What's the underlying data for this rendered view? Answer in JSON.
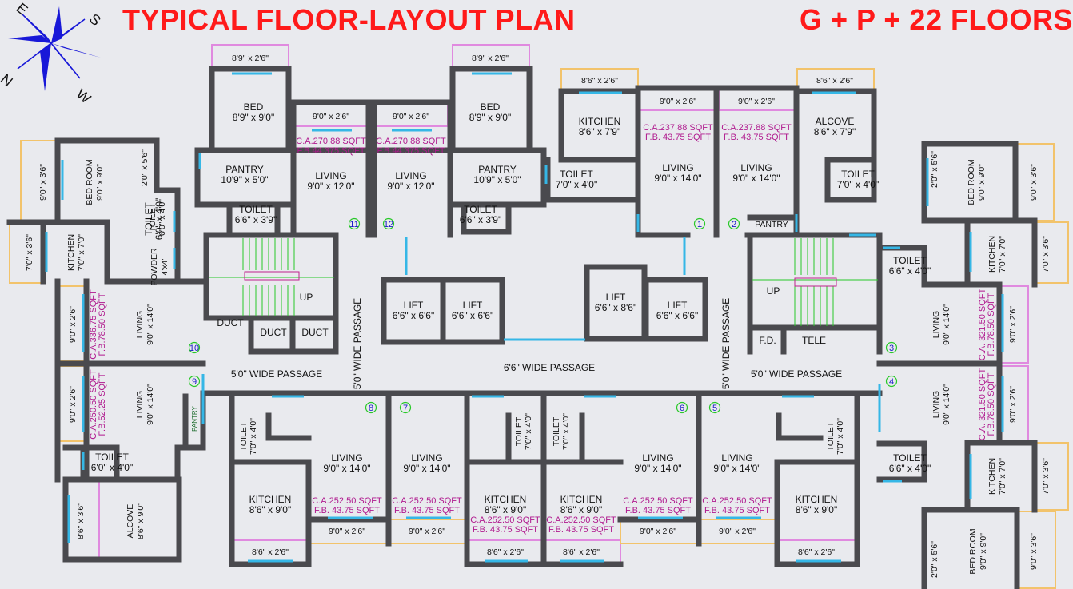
{
  "title_left": "TYPICAL FLOOR-LAYOUT PLAN",
  "title_right": "G + P + 22 FLOORS",
  "compass": {
    "e": "E",
    "s": "S",
    "n": "N",
    "w": "W"
  },
  "rooms": [
    {
      "id": "t-bal-1",
      "lines": [
        "8'9\" x 2'6\""
      ]
    },
    {
      "id": "t-bed-1",
      "lines": [
        "BED",
        "8'9\" x 9'0\""
      ]
    },
    {
      "id": "t-bal-2",
      "lines": [
        "9'0\" x 2'6\""
      ]
    },
    {
      "id": "t-area-11",
      "lines": [
        "C.A.270.88 SQFT",
        "F.B.44.375 SQFT"
      ]
    },
    {
      "id": "t-pantry-1",
      "lines": [
        "PANTRY",
        "10'9\" x 5'0\""
      ]
    },
    {
      "id": "t-living-11",
      "lines": [
        "LIVING",
        "9'0\" x 12'0\""
      ]
    },
    {
      "id": "t-toilet-11",
      "lines": [
        "TOILET",
        "6'6\" x 3'9\""
      ]
    },
    {
      "id": "t-bal-3",
      "lines": [
        "9'0\" x 2'6\""
      ]
    },
    {
      "id": "t-area-12",
      "lines": [
        "C.A.270.88 SQFT",
        "F.B.44.375 SQFT"
      ]
    },
    {
      "id": "t-living-12",
      "lines": [
        "LIVING",
        "9'0\" x 12'0\""
      ]
    },
    {
      "id": "t-bal-4",
      "lines": [
        "8'9\" x 2'6\""
      ]
    },
    {
      "id": "t-bed-2",
      "lines": [
        "BED",
        "8'9\" x 9'0\""
      ]
    },
    {
      "id": "t-pantry-2",
      "lines": [
        "PANTRY",
        "10'9\" x 5'0\""
      ]
    },
    {
      "id": "t-toilet-12",
      "lines": [
        "TOILET",
        "6'6\" x 3'9\""
      ]
    },
    {
      "id": "t-bal-5",
      "lines": [
        "8'6\" x 2'6\""
      ]
    },
    {
      "id": "t-kitchen-1",
      "lines": [
        "KITCHEN",
        "8'6\" x 7'9\""
      ]
    },
    {
      "id": "t-toilet-1",
      "lines": [
        "TOILET",
        "7'0\" x 4'0\""
      ]
    },
    {
      "id": "t-bal-6",
      "lines": [
        "9'0\" x 2'6\""
      ]
    },
    {
      "id": "t-area-1",
      "lines": [
        "C.A.237.88 SQFT",
        "F.B. 43.75 SQFT"
      ]
    },
    {
      "id": "t-living-1",
      "lines": [
        "LIVING",
        "9'0\" x 14'0\""
      ]
    },
    {
      "id": "t-bal-7",
      "lines": [
        "9'0\" x 2'6\""
      ]
    },
    {
      "id": "t-area-2",
      "lines": [
        "C.A.237.88 SQFT",
        "F.B. 43.75 SQFT"
      ]
    },
    {
      "id": "t-living-2",
      "lines": [
        "LIVING",
        "9'0\" x 14'0\""
      ]
    },
    {
      "id": "t-bal-8",
      "lines": [
        "8'6\" x 2'6\""
      ]
    },
    {
      "id": "t-alcove-1",
      "lines": [
        "ALCOVE",
        "8'6\" x 7'9\""
      ]
    },
    {
      "id": "t-toilet-2",
      "lines": [
        "TOILET",
        "7'0\" x 4'0\""
      ]
    },
    {
      "id": "t-pantry-3",
      "lines": [
        "PANTRY"
      ]
    },
    {
      "id": "t-toilet-10",
      "lines": [
        "TOILET",
        "6'0\" x 4'0\""
      ]
    },
    {
      "id": "t-powder",
      "lines": [
        "POWDER",
        "4'x4'"
      ]
    },
    {
      "id": "t-duct-1",
      "lines": [
        "DUCT"
      ]
    },
    {
      "id": "t-duct-2",
      "lines": [
        "DUCT"
      ]
    },
    {
      "id": "t-duct-3",
      "lines": [
        "DUCT"
      ]
    },
    {
      "id": "t-up-1",
      "lines": [
        "UP"
      ]
    },
    {
      "id": "t-lift-1",
      "lines": [
        "LIFT",
        "6'6\" x 6'6\""
      ]
    },
    {
      "id": "t-lift-2",
      "lines": [
        "LIFT",
        "6'6\" x 6'6\""
      ]
    },
    {
      "id": "t-lift-3",
      "lines": [
        "LIFT",
        "6'6\" x 8'6\""
      ]
    },
    {
      "id": "t-lift-4",
      "lines": [
        "LIFT",
        "6'6\" x 6'6\""
      ]
    },
    {
      "id": "t-up-2",
      "lines": [
        "UP"
      ]
    },
    {
      "id": "t-fd",
      "lines": [
        "F.D."
      ]
    },
    {
      "id": "t-tele",
      "lines": [
        "TELE"
      ]
    },
    {
      "id": "t-toilet-3",
      "lines": [
        "TOILET",
        "6'6\" x 4'0\""
      ]
    },
    {
      "id": "t-pass-1",
      "lines": [
        "5'0\" WIDE PASSAGE"
      ]
    },
    {
      "id": "t-pass-2",
      "lines": [
        "6'6\" WIDE PASSAGE"
      ]
    },
    {
      "id": "t-pass-3",
      "lines": [
        "5'0\" WIDE PASSAGE"
      ]
    },
    {
      "id": "t-toilet-9",
      "lines": [
        "TOILET",
        "6'0\" x 4'0\""
      ]
    },
    {
      "id": "t-living-8",
      "lines": [
        "LIVING",
        "9'0\" x 14'0\""
      ]
    },
    {
      "id": "t-kitchen-8",
      "lines": [
        "KITCHEN",
        "8'6\" x 9'0\""
      ]
    },
    {
      "id": "t-area-8",
      "lines": [
        "C.A.252.50 SQFT",
        "F.B. 43.75 SQFT"
      ]
    },
    {
      "id": "t-bal-9",
      "lines": [
        "9'0\" x 2'6\""
      ]
    },
    {
      "id": "t-bal-10",
      "lines": [
        "8'6\" x 2'6\""
      ]
    },
    {
      "id": "t-living-7",
      "lines": [
        "LIVING",
        "9'0\" x 14'0\""
      ]
    },
    {
      "id": "t-area-7",
      "lines": [
        "C.A.252.50 SQFT",
        "F.B. 43.75 SQFT"
      ]
    },
    {
      "id": "t-bal-11",
      "lines": [
        "9'0\" x 2'6\""
      ]
    },
    {
      "id": "t-kitchen-7",
      "lines": [
        "KITCHEN",
        "8'6\" x 9'0\""
      ]
    },
    {
      "id": "t-area-7b",
      "lines": [
        "C.A.252.50 SQFT",
        "F.B. 43.75 SQFT"
      ]
    },
    {
      "id": "t-bal-12",
      "lines": [
        "8'6\" x 2'6\""
      ]
    },
    {
      "id": "t-kitchen-6",
      "lines": [
        "KITCHEN",
        "8'6\" x 9'0\""
      ]
    },
    {
      "id": "t-area-6b",
      "lines": [
        "C.A.252.50 SQFT",
        "F.B. 43.75 SQFT"
      ]
    },
    {
      "id": "t-bal-13",
      "lines": [
        "8'6\" x 2'6\""
      ]
    },
    {
      "id": "t-living-6",
      "lines": [
        "LIVING",
        "9'0\" x 14'0\""
      ]
    },
    {
      "id": "t-area-6",
      "lines": [
        "C.A.252.50 SQFT",
        "F.B. 43.75 SQFT"
      ]
    },
    {
      "id": "t-bal-14",
      "lines": [
        "9'0\" x 2'6\""
      ]
    },
    {
      "id": "t-living-5",
      "lines": [
        "LIVING",
        "9'0\" x 14'0\""
      ]
    },
    {
      "id": "t-area-5",
      "lines": [
        "C.A.252.50 SQFT",
        "F.B. 43.75 SQFT"
      ]
    },
    {
      "id": "t-bal-15",
      "lines": [
        "9'0\" x 2'6\""
      ]
    },
    {
      "id": "t-kitchen-5",
      "lines": [
        "KITCHEN",
        "8'6\" x 9'0\""
      ]
    },
    {
      "id": "t-bal-16",
      "lines": [
        "8'6\" x 2'6\""
      ]
    },
    {
      "id": "t-toilet-4",
      "lines": [
        "TOILET",
        "6'6\" x 4'0\""
      ]
    }
  ],
  "rotated_labels": [
    {
      "id": "r-bal-l1",
      "text": "9'0\" x 3'6\"",
      "pink": false
    },
    {
      "id": "r-bedroom-l",
      "text": "BED ROOM",
      "pink": false
    },
    {
      "id": "r-bedroom-l2",
      "text": "9'0\" x 9'0\"",
      "pink": false
    },
    {
      "id": "r-bal-l2",
      "text": "2'0\" x 5'6\"",
      "pink": false
    },
    {
      "id": "r-toilet-l",
      "text": "TOILET",
      "pink": false
    },
    {
      "id": "r-toilet-l2",
      "text": "6'0\" x 4'0\"",
      "pink": false
    },
    {
      "id": "r-bal-l3",
      "text": "7'0\" x 3'6\"",
      "pink": false
    },
    {
      "id": "r-kitchen-l",
      "text": "KITCHEN",
      "pink": false
    },
    {
      "id": "r-kitchen-l2",
      "text": "7'0\" x 7'0\"",
      "pink": false
    },
    {
      "id": "r-bal-l4",
      "text": "9'0\" x 2'6\"",
      "pink": false
    },
    {
      "id": "r-area-10",
      "text": "C.A.336.75 SQFT",
      "pink": true
    },
    {
      "id": "r-area-10b",
      "text": "F.B.78.50 SQFT",
      "pink": true
    },
    {
      "id": "r-living-10",
      "text": "LIVING",
      "pink": false
    },
    {
      "id": "r-living-10b",
      "text": "9'0\" x 14'0\"",
      "pink": false
    },
    {
      "id": "r-bal-l5",
      "text": "9'0\" x 2'6\"",
      "pink": false
    },
    {
      "id": "r-area-9",
      "text": "C.A.250.50 SQFT",
      "pink": true
    },
    {
      "id": "r-area-9b",
      "text": "F.B.52.25 SQFT",
      "pink": true
    },
    {
      "id": "r-living-9",
      "text": "LIVING",
      "pink": false
    },
    {
      "id": "r-living-9b",
      "text": "9'0\" x 14'0\"",
      "pink": false
    },
    {
      "id": "r-pantry-9",
      "text": "PANTRY",
      "pink": false
    },
    {
      "id": "r-bal-l6",
      "text": "8'6\" x 3'6\"",
      "pink": false
    },
    {
      "id": "r-alcove-9",
      "text": "ALCOVE",
      "pink": false
    },
    {
      "id": "r-alcove-9b",
      "text": "8'6\" x 9'0\"",
      "pink": false
    },
    {
      "id": "r-passage-1",
      "text": "5'0\" WIDE PASSAGE",
      "pink": false
    },
    {
      "id": "r-passage-2",
      "text": "5'0\" WIDE PASSAGE",
      "pink": false
    },
    {
      "id": "r-toilet-8",
      "text": "TOILET",
      "pink": false
    },
    {
      "id": "r-toilet-8b",
      "text": "7'0\" x 4'0\"",
      "pink": false
    },
    {
      "id": "r-toilet-7",
      "text": "TOILET",
      "pink": false
    },
    {
      "id": "r-toilet-7b",
      "text": "7'0\" x 4'0\"",
      "pink": false
    },
    {
      "id": "r-toilet-6",
      "text": "TOILET",
      "pink": false
    },
    {
      "id": "r-toilet-6b",
      "text": "7'0\" x 4'0\"",
      "pink": false
    },
    {
      "id": "r-toilet-5",
      "text": "TOILET",
      "pink": false
    },
    {
      "id": "r-toilet-5b",
      "text": "7'0\" x 4'0\"",
      "pink": false
    },
    {
      "id": "r-bal-r1",
      "text": "2'0\" x 5'6\"",
      "pink": false
    },
    {
      "id": "r-bedroom-r",
      "text": "BED ROOM",
      "pink": false
    },
    {
      "id": "r-bedroom-r2",
      "text": "9'0\" x 9'0\"",
      "pink": false
    },
    {
      "id": "r-bal-r2",
      "text": "9'0\" x 3'6\"",
      "pink": false
    },
    {
      "id": "r-kitchen-r",
      "text": "KITCHEN",
      "pink": false
    },
    {
      "id": "r-kitchen-r2",
      "text": "7'0\" x 7'0\"",
      "pink": false
    },
    {
      "id": "r-bal-r3",
      "text": "7'0\" x 3'6\"",
      "pink": false
    },
    {
      "id": "r-living-3",
      "text": "LIVING",
      "pink": false
    },
    {
      "id": "r-living-3b",
      "text": "9'0\" x 14'0\"",
      "pink": false
    },
    {
      "id": "r-area-3",
      "text": "C.A. 321.50 SQFT",
      "pink": true
    },
    {
      "id": "r-area-3b",
      "text": "F.B.78.50 SQFT",
      "pink": true
    },
    {
      "id": "r-bal-r4",
      "text": "9'0\" x 2'6\"",
      "pink": false
    },
    {
      "id": "r-living-4",
      "text": "LIVING",
      "pink": false
    },
    {
      "id": "r-living-4b",
      "text": "9'0\" x 14'0\"",
      "pink": false
    },
    {
      "id": "r-area-4",
      "text": "C.A. 321.50 SQFT",
      "pink": true
    },
    {
      "id": "r-area-4b",
      "text": "F.B.78.50 SQFT",
      "pink": true
    },
    {
      "id": "r-bal-r5",
      "text": "9'0\" x 2'6\"",
      "pink": false
    },
    {
      "id": "r-kitchen-r3",
      "text": "KITCHEN",
      "pink": false
    },
    {
      "id": "r-kitchen-r4",
      "text": "7'0\" x 7'0\"",
      "pink": false
    },
    {
      "id": "r-bal-r6",
      "text": "7'0\" x 3'6\"",
      "pink": false
    },
    {
      "id": "r-bal-r7",
      "text": "2'0\" x 5'6\"",
      "pink": false
    },
    {
      "id": "r-bedroom-r3",
      "text": "BED ROOM",
      "pink": false
    },
    {
      "id": "r-bedroom-r4",
      "text": "9'0\" x 9'0\"",
      "pink": false
    },
    {
      "id": "r-bal-r8",
      "text": "9'0\" x 3'6\"",
      "pink": false
    }
  ],
  "flat_numbers": [
    "1",
    "2",
    "3",
    "4",
    "5",
    "6",
    "7",
    "8",
    "9",
    "10",
    "11",
    "12"
  ],
  "colors": {
    "wall": "#4a4a4e",
    "title": "#ff1a1a",
    "area": "#b0198e",
    "window": "#35b7e6",
    "stair": "#28c828",
    "flat_no": "#1a1ac8",
    "compass": "#1818d8"
  }
}
